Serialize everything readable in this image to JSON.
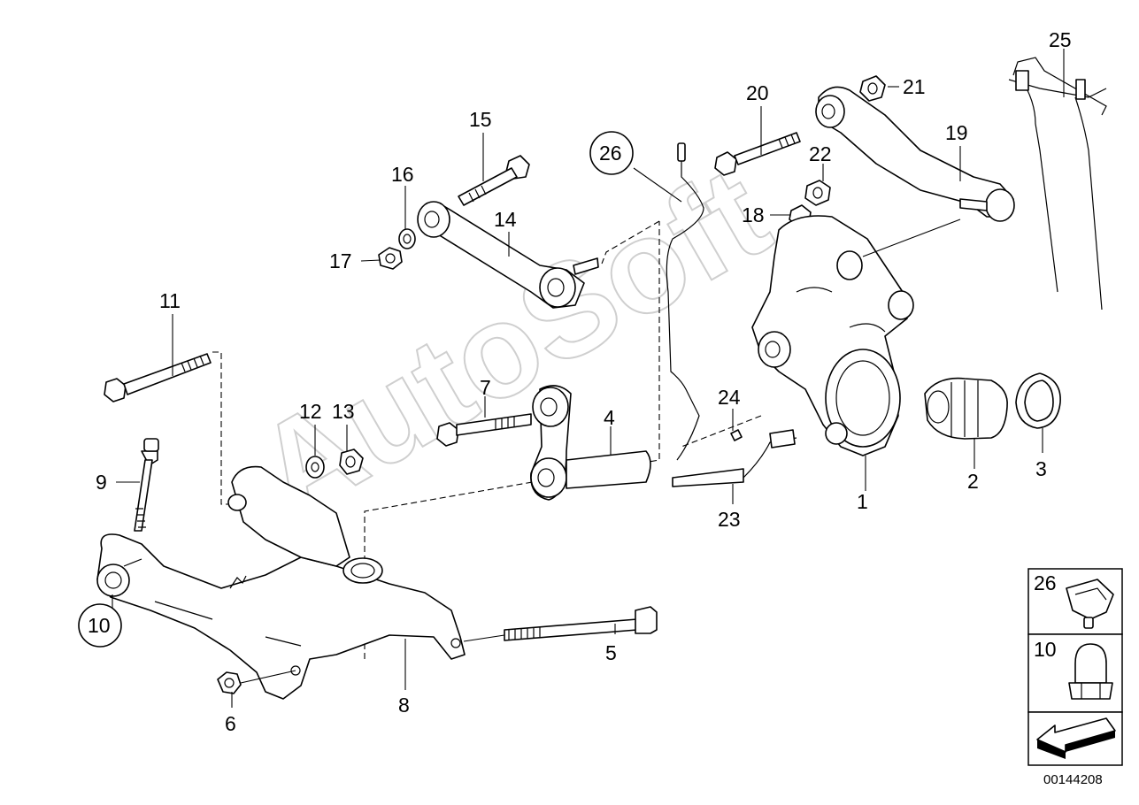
{
  "diagram": {
    "watermark": "AutoSoft",
    "document_number": "00144208",
    "callouts": [
      {
        "id": "c1",
        "label": "1"
      },
      {
        "id": "c2",
        "label": "2"
      },
      {
        "id": "c3",
        "label": "3"
      },
      {
        "id": "c4",
        "label": "4"
      },
      {
        "id": "c5",
        "label": "5"
      },
      {
        "id": "c6",
        "label": "6"
      },
      {
        "id": "c7",
        "label": "7"
      },
      {
        "id": "c8",
        "label": "8"
      },
      {
        "id": "c9",
        "label": "9"
      },
      {
        "id": "c10",
        "label": "10",
        "circled": true
      },
      {
        "id": "c11",
        "label": "11"
      },
      {
        "id": "c12",
        "label": "12"
      },
      {
        "id": "c13",
        "label": "13"
      },
      {
        "id": "c14",
        "label": "14"
      },
      {
        "id": "c15",
        "label": "15"
      },
      {
        "id": "c16",
        "label": "16"
      },
      {
        "id": "c17",
        "label": "17"
      },
      {
        "id": "c18",
        "label": "18"
      },
      {
        "id": "c19",
        "label": "19"
      },
      {
        "id": "c20",
        "label": "20"
      },
      {
        "id": "c21",
        "label": "21"
      },
      {
        "id": "c22",
        "label": "22"
      },
      {
        "id": "c23",
        "label": "23"
      },
      {
        "id": "c24",
        "label": "24"
      },
      {
        "id": "c25",
        "label": "25"
      },
      {
        "id": "c26",
        "label": "26",
        "circled": true
      }
    ],
    "insets": [
      {
        "id": "inset26",
        "label": "26"
      },
      {
        "id": "inset10",
        "label": "10"
      }
    ]
  }
}
